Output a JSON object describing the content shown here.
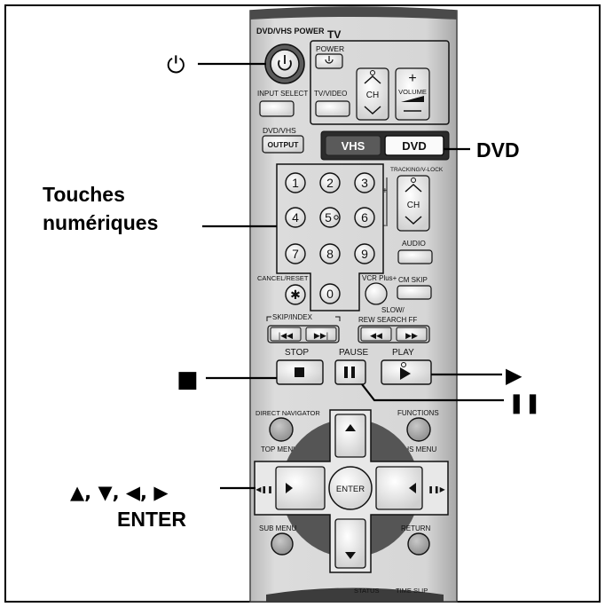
{
  "labels": {
    "power_symbol": "⏻",
    "dvd": "DVD",
    "numeric_line1": "Touches",
    "numeric_line2": "numériques",
    "stop_symbol": "■",
    "play_symbol": "▶",
    "pause_symbol": "❚❚",
    "nav_line1": "▲, ▼, ◀, ▶",
    "nav_line2": "ENTER"
  },
  "remote": {
    "dvd_vhs_power": "DVD/VHS POWER",
    "tv": "TV",
    "tv_power": "POWER",
    "input_select": "INPUT SELECT",
    "tv_video": "TV/VIDEO",
    "ch": "CH",
    "volume": "VOLUME",
    "dvd_vhs": "DVD/VHS",
    "output": "OUTPUT",
    "vhs_button": "VHS",
    "dvd_button": "DVD",
    "tracking": "TRACKING/V-LOCK",
    "audio": "AUDIO",
    "digits": [
      "1",
      "2",
      "3",
      "4",
      "5",
      "6",
      "7",
      "8",
      "9",
      "0"
    ],
    "cancel_reset": "CANCEL/RESET",
    "asterisk": "✱",
    "vcr_plus": "VCR Plus+",
    "cm_skip": "CM SKIP",
    "skip_index": "SKIP/INDEX",
    "slow_search": "SLOW/",
    "rew_search_ff": "REW  SEARCH  FF",
    "stop": "STOP",
    "pause": "PAUSE",
    "play": "PLAY",
    "direct_navigator": "DIRECT NAVIGATOR",
    "functions": "FUNCTIONS",
    "top_menu": "TOP MENU",
    "vhs_menu": "VHS MENU",
    "enter": "ENTER",
    "sub_menu": "SUB MENU",
    "return": "RETURN",
    "status": "STATUS",
    "time_slip": "TIME SLIP"
  },
  "colors": {
    "remote_body": "#d4d4d4",
    "remote_dark": "#3a3a3a",
    "button": "#ececec",
    "outline": "#111111"
  }
}
